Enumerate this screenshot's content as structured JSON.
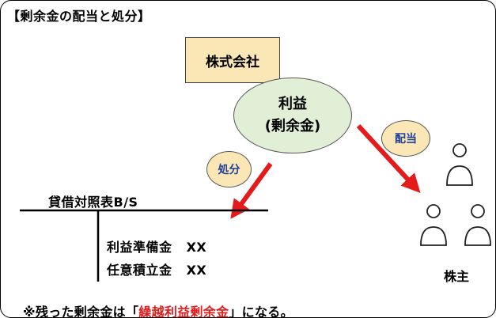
{
  "title": "【剰余金の配当と処分】",
  "company_label": "株式会社",
  "profit_label_line1": "利益",
  "profit_label_line2": "(剰余金)",
  "bubble_disposal": "処分",
  "bubble_dividend": "配当",
  "balance_sheet_label": "貸借対照表B/S",
  "accounts": [
    {
      "name": "利益準備金",
      "amount": "XX"
    },
    {
      "name": "任意積立金",
      "amount": "XX"
    }
  ],
  "shareholders_label": "株主",
  "note_prefix": "※残った剰余金は「",
  "note_highlight": "繰越利益剰余金",
  "note_suffix": "」になる。",
  "colors": {
    "arrow": "#e31b1b",
    "company_fill": "#fbe7b5",
    "profit_fill": "#e1efd7",
    "bubble_text": "#1f3f9c",
    "highlight_text": "#e31b1b"
  },
  "icons": [
    "shareholder-person-icon",
    "shareholder-person-icon",
    "shareholder-person-icon"
  ]
}
